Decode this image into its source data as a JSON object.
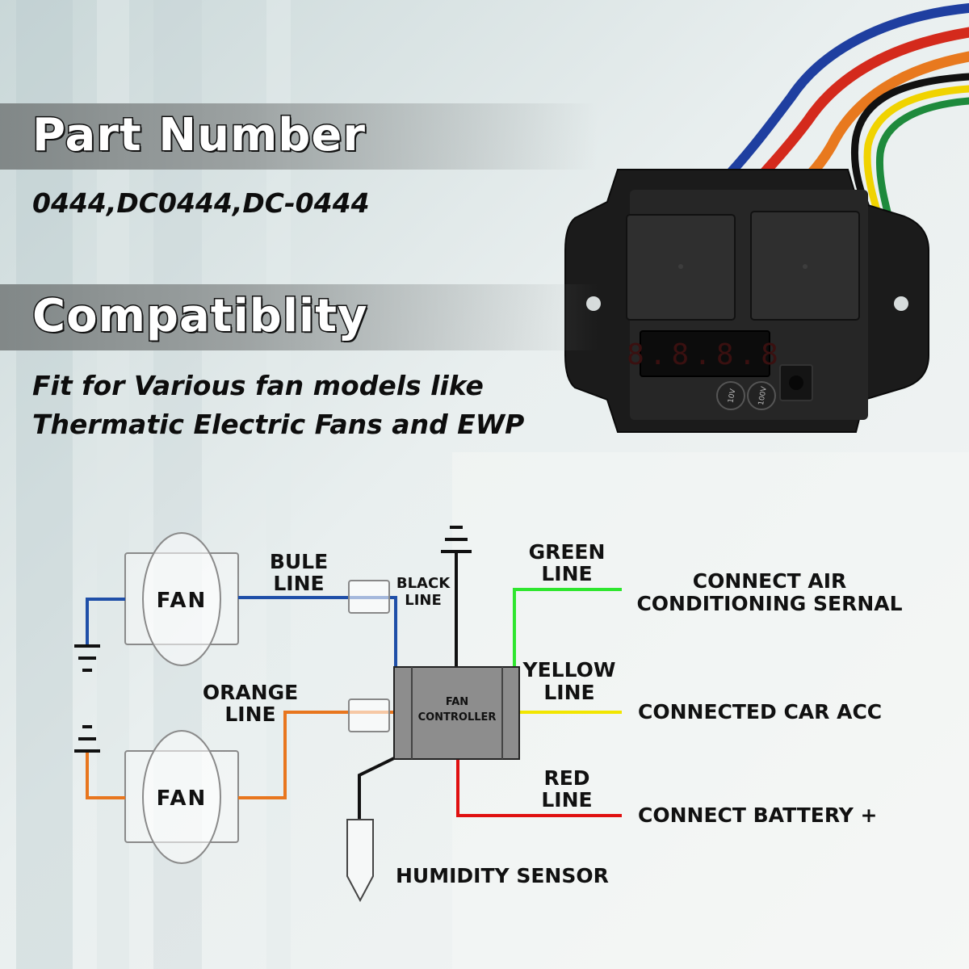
{
  "sections": {
    "part_number": {
      "heading": "Part Number",
      "value": "0444,DC0444,DC-0444"
    },
    "compatibility": {
      "heading": "Compatiblity",
      "line1": "Fit for Various fan models like",
      "line2": "Thermatic Electric Fans and EWP"
    }
  },
  "controller_display": "8.8.8.8",
  "capacitor_labels": [
    "10V",
    "100V"
  ],
  "diagram": {
    "fan_top": "FAN",
    "fan_bottom": "FAN",
    "controller": {
      "line1": "FAN",
      "line2": "CONTROLLER"
    },
    "wires": {
      "blue": {
        "line1": "BULE",
        "line2": "LINE",
        "color": "#1f4fa8"
      },
      "black": {
        "line1": "BLACK",
        "line2": "LINE",
        "color": "#111111"
      },
      "green": {
        "line1": "GREEN",
        "line2": "LINE",
        "color": "#2ee62e"
      },
      "yellow": {
        "line1": "YELLOW",
        "line2": "LINE",
        "color": "#f2e600"
      },
      "red": {
        "line1": "RED",
        "line2": "LINE",
        "color": "#e01010"
      },
      "orange": {
        "line1": "ORANGE",
        "line2": "LINE",
        "color": "#e8761e"
      }
    },
    "connections": {
      "air": {
        "line1": "CONNECT AIR",
        "line2": "CONDITIONING SERNAL"
      },
      "acc": "CONNECTED CAR ACC",
      "battery": "CONNECT BATTERY +",
      "sensor": "HUMIDITY SENSOR"
    }
  }
}
